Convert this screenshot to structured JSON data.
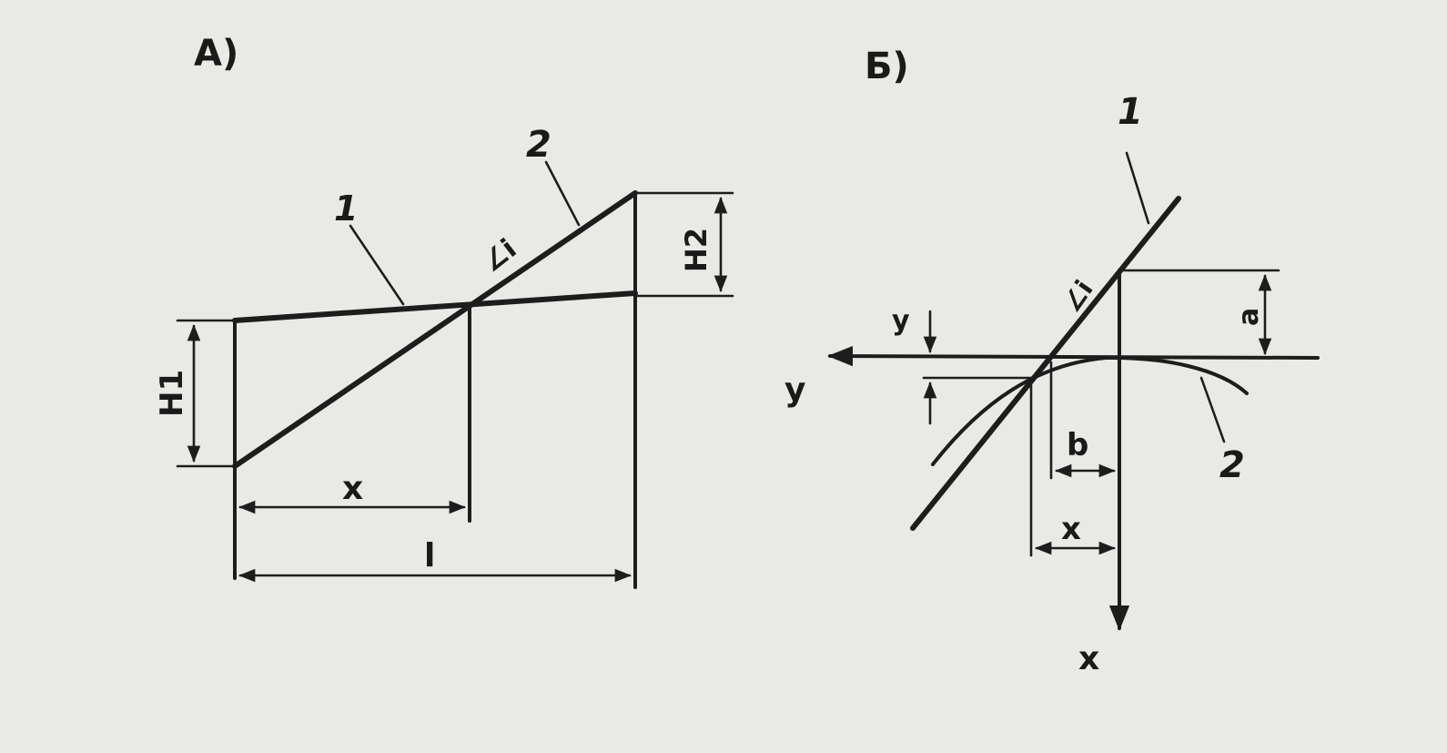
{
  "panel_a": {
    "title": "А)",
    "line1_label": "1",
    "line2_label": "2",
    "angle_label": "∠i",
    "h1_label": "H1",
    "h2_label": "H2",
    "x_label": "x",
    "l_label": "l"
  },
  "panel_b": {
    "title": "Б)",
    "line1_label": "1",
    "curve2_label": "2",
    "angle_label": "∠i",
    "a_label": "a",
    "y_dim_label": "y",
    "y_axis_label": "y",
    "x_axis_label": "x",
    "b_label": "b",
    "x_dim_label": "x"
  },
  "colors": {
    "ink": "#1d1d1d",
    "paper": "#e9e9e6"
  }
}
